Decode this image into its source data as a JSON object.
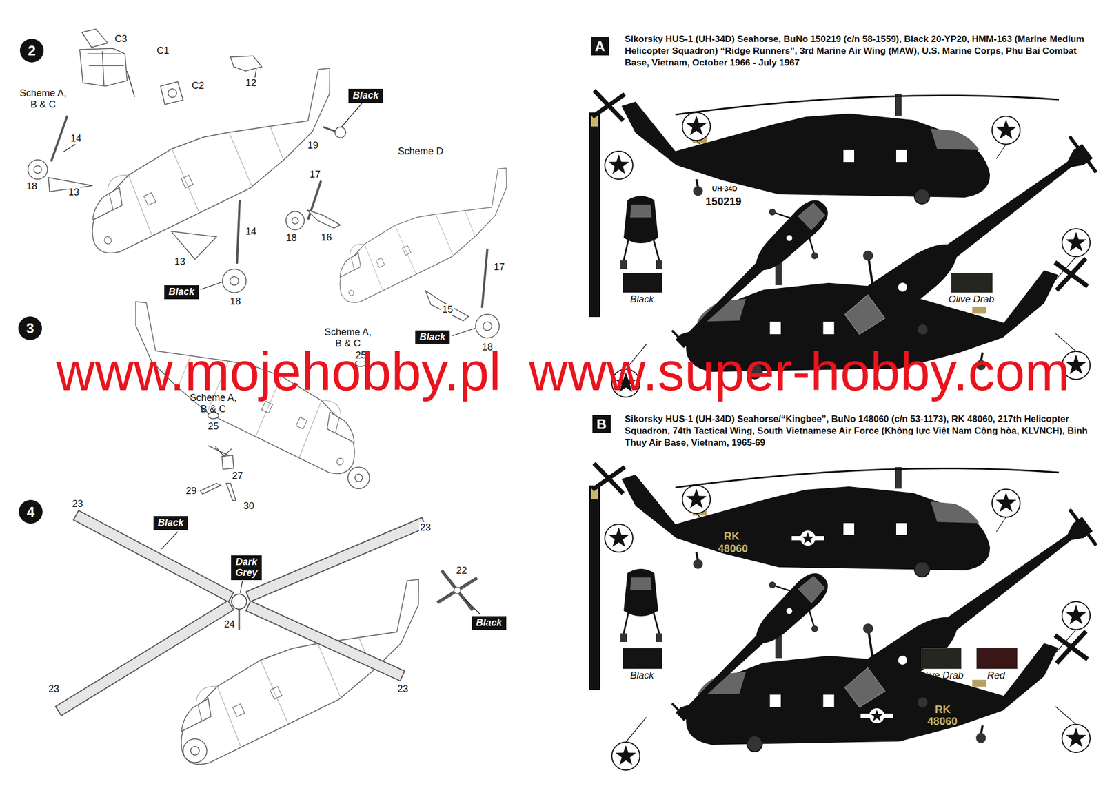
{
  "diagram": {
    "nodes": [
      {
        "text": [
          "2"
        ]
      },
      {
        "text": [
          "Black"
        ]
      },
      {
        "text": [
          "Black"
        ]
      },
      {
        "text": [
          "Black"
        ]
      },
      {
        "text": [
          "3"
        ]
      },
      {
        "text": [
          "4"
        ]
      },
      {
        "text": [
          "Black"
        ]
      },
      {
        "text": [
          "Dark Grey"
        ]
      },
      {
        "text": [
          "Black"
        ]
      },
      {
        "text": [
          "A"
        ]
      },
      {
        "text": [
          "B"
        ]
      }
    ],
    "labels": [
      "C3",
      "C1",
      "C2",
      "Scheme A, B & C",
      "14",
      "12",
      "19",
      "18",
      "13",
      "Scheme D",
      "17",
      "18",
      "16",
      "14",
      "13",
      "18",
      "17",
      "15",
      "18",
      "Scheme A, B & C",
      "25",
      "Scheme A, B & C",
      "25",
      "27",
      "29",
      "30",
      "23",
      "23",
      "22",
      "24",
      "23",
      "23",
      "Sikorsky HUS-1 (UH-34D) Seahorse, BuNo 150219 (c/n 58-1559), Black 20-YP20, HMM-163 (Marine Medium Helicopter Squadron) “Ridge Runners”, 3rd Marine Air Wing (MAW), U.S. Marine Corps, Phu Bai Combat Base, Vietnam, October 1966 - July 1967",
      "UH-34D",
      "150219",
      "Sikorsky HUS-1 (UH-34D) Seahorse/“Kingbee”, BuNo 148060 (c/n 53-1173), RK 48060, 217th Helicopter Squadron, 74th Tactical Wing, South Vietnamese Air Force (Không lực Việt Nam Cộng hòa, KLVNCH), Binh Thuy Air Base, Vietnam, 1965-69",
      "RK",
      "48060",
      "RK",
      "48060",
      "www.mojehobby.pl",
      "www.super-hobby.com"
    ],
    "legend": [
      {
        "text": "Black",
        "color": "#141414"
      },
      {
        "text": "Olive Drab",
        "color": "#262620"
      },
      {
        "text": "Black",
        "color": "#141414"
      },
      {
        "text": "Olive Drab",
        "color": "#262620"
      },
      {
        "text": "Red",
        "color": "#3a1616"
      }
    ]
  }
}
